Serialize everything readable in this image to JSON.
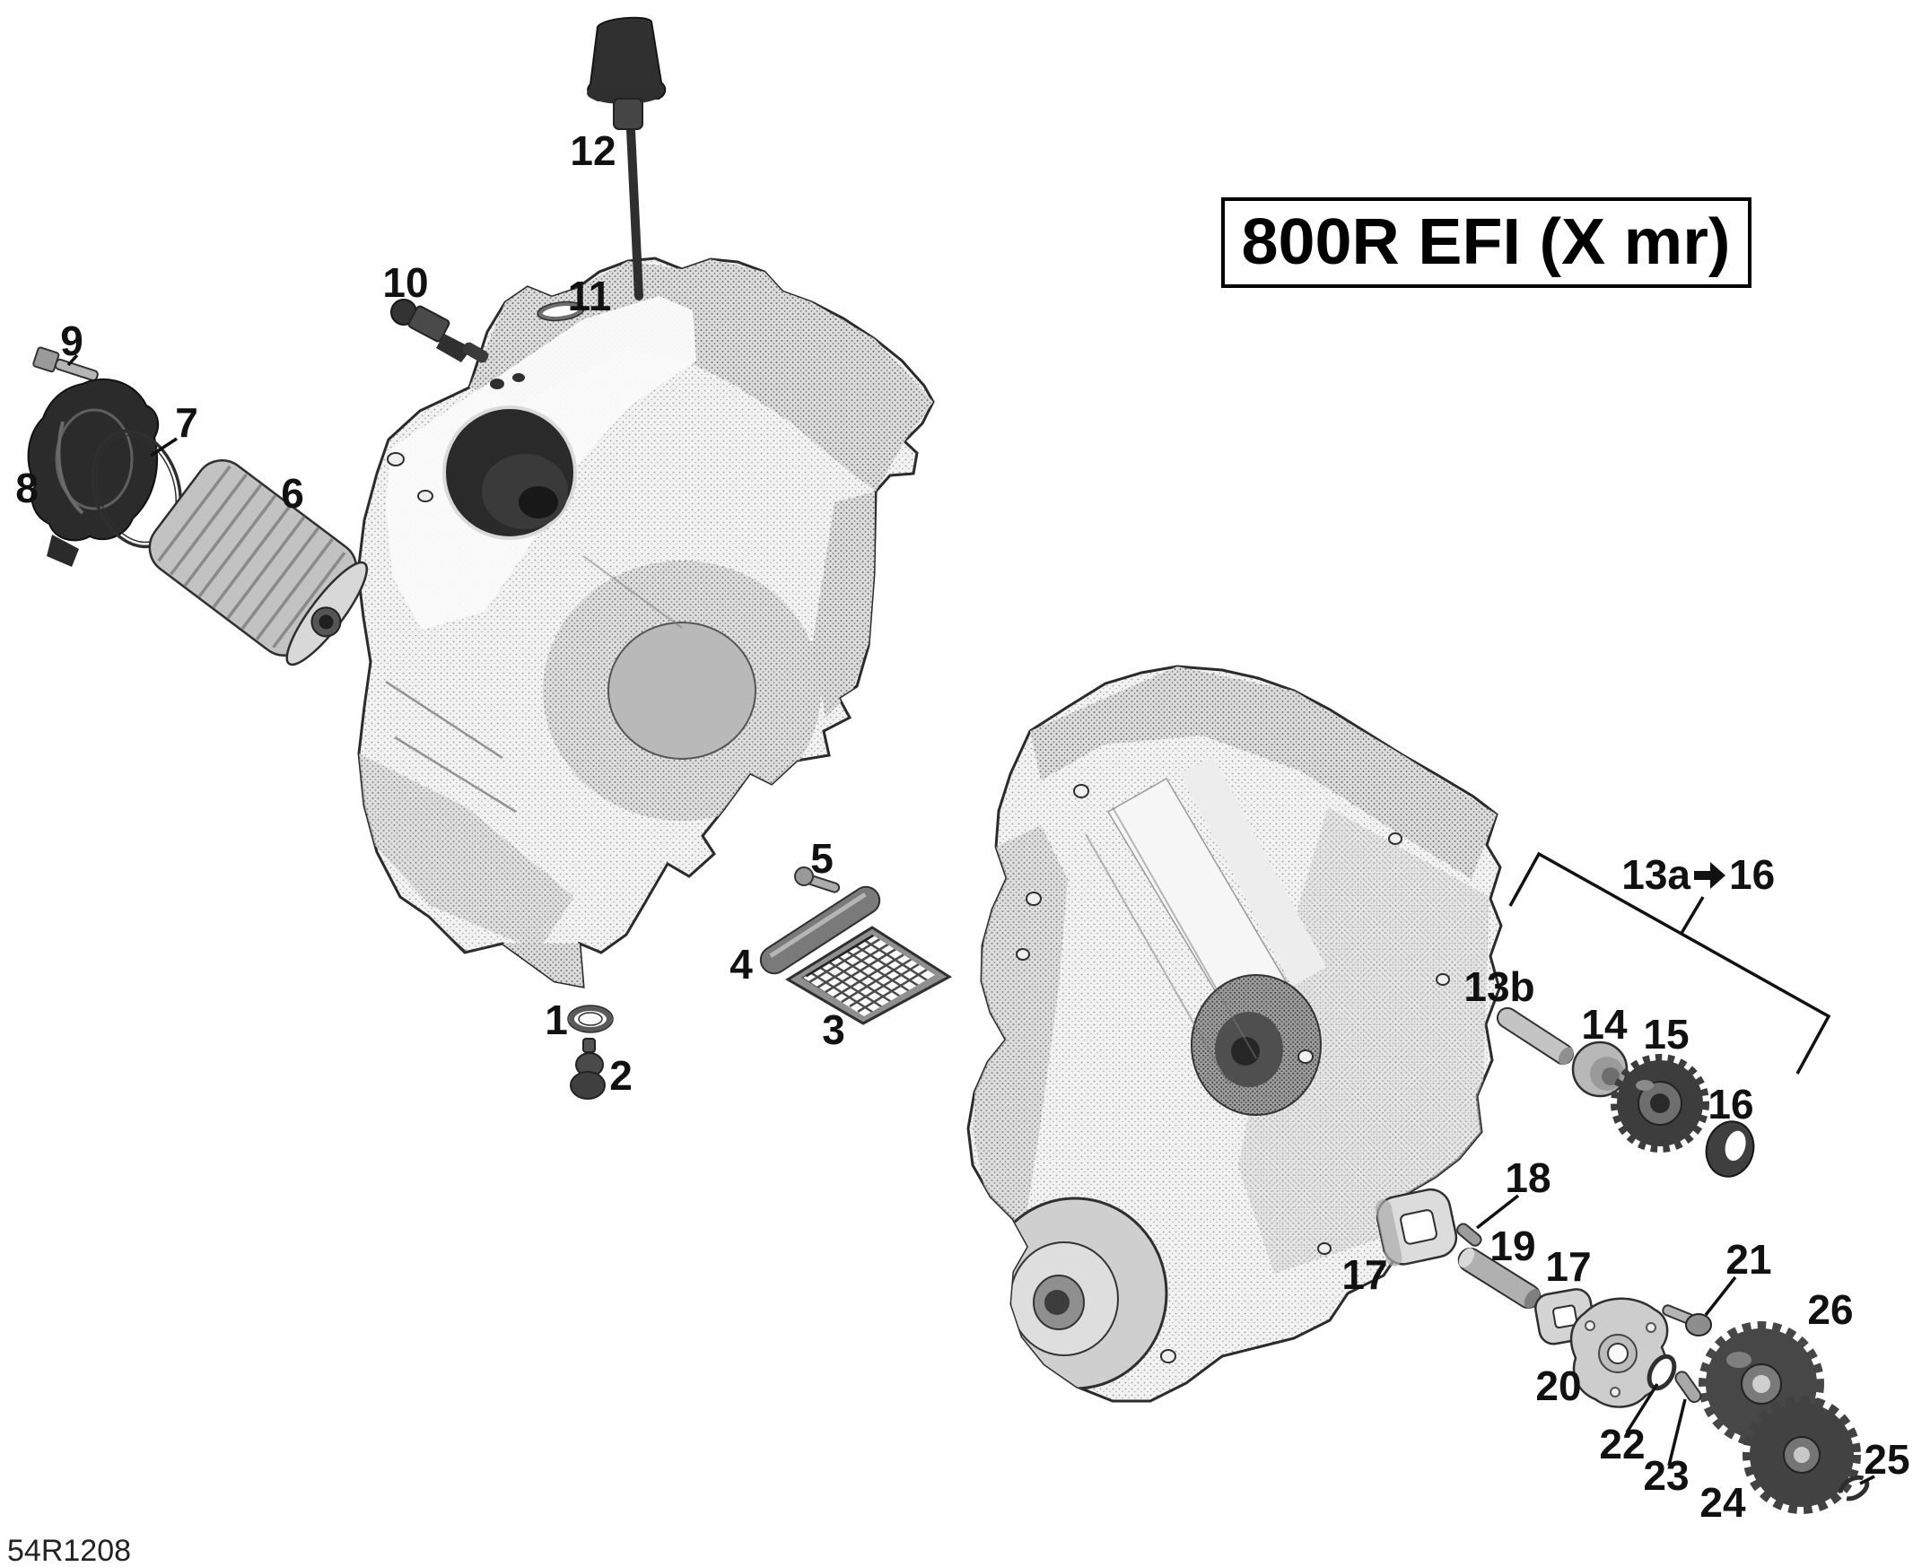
{
  "colors": {
    "ink": "#111111",
    "paper": "#ffffff"
  },
  "title_box": {
    "text": "800R EFI (X mr)"
  },
  "drawing_code": "54R1208",
  "diagram": {
    "bracket_label": {
      "from": "13a",
      "to": "16"
    },
    "callouts": [
      {
        "id": "1",
        "label": "1"
      },
      {
        "id": "2",
        "label": "2"
      },
      {
        "id": "3",
        "label": "3"
      },
      {
        "id": "4",
        "label": "4"
      },
      {
        "id": "5",
        "label": "5"
      },
      {
        "id": "6",
        "label": "6"
      },
      {
        "id": "7",
        "label": "7"
      },
      {
        "id": "8",
        "label": "8"
      },
      {
        "id": "9",
        "label": "9"
      },
      {
        "id": "10",
        "label": "10"
      },
      {
        "id": "11",
        "label": "11"
      },
      {
        "id": "12",
        "label": "12"
      },
      {
        "id": "13b",
        "label": "13b"
      },
      {
        "id": "14",
        "label": "14"
      },
      {
        "id": "15",
        "label": "15"
      },
      {
        "id": "16",
        "label": "16"
      },
      {
        "id": "17a",
        "label": "17"
      },
      {
        "id": "17b",
        "label": "17"
      },
      {
        "id": "18",
        "label": "18"
      },
      {
        "id": "19",
        "label": "19"
      },
      {
        "id": "20",
        "label": "20"
      },
      {
        "id": "21",
        "label": "21"
      },
      {
        "id": "22",
        "label": "22"
      },
      {
        "id": "23",
        "label": "23"
      },
      {
        "id": "24",
        "label": "24"
      },
      {
        "id": "25",
        "label": "25"
      },
      {
        "id": "26",
        "label": "26"
      }
    ]
  }
}
